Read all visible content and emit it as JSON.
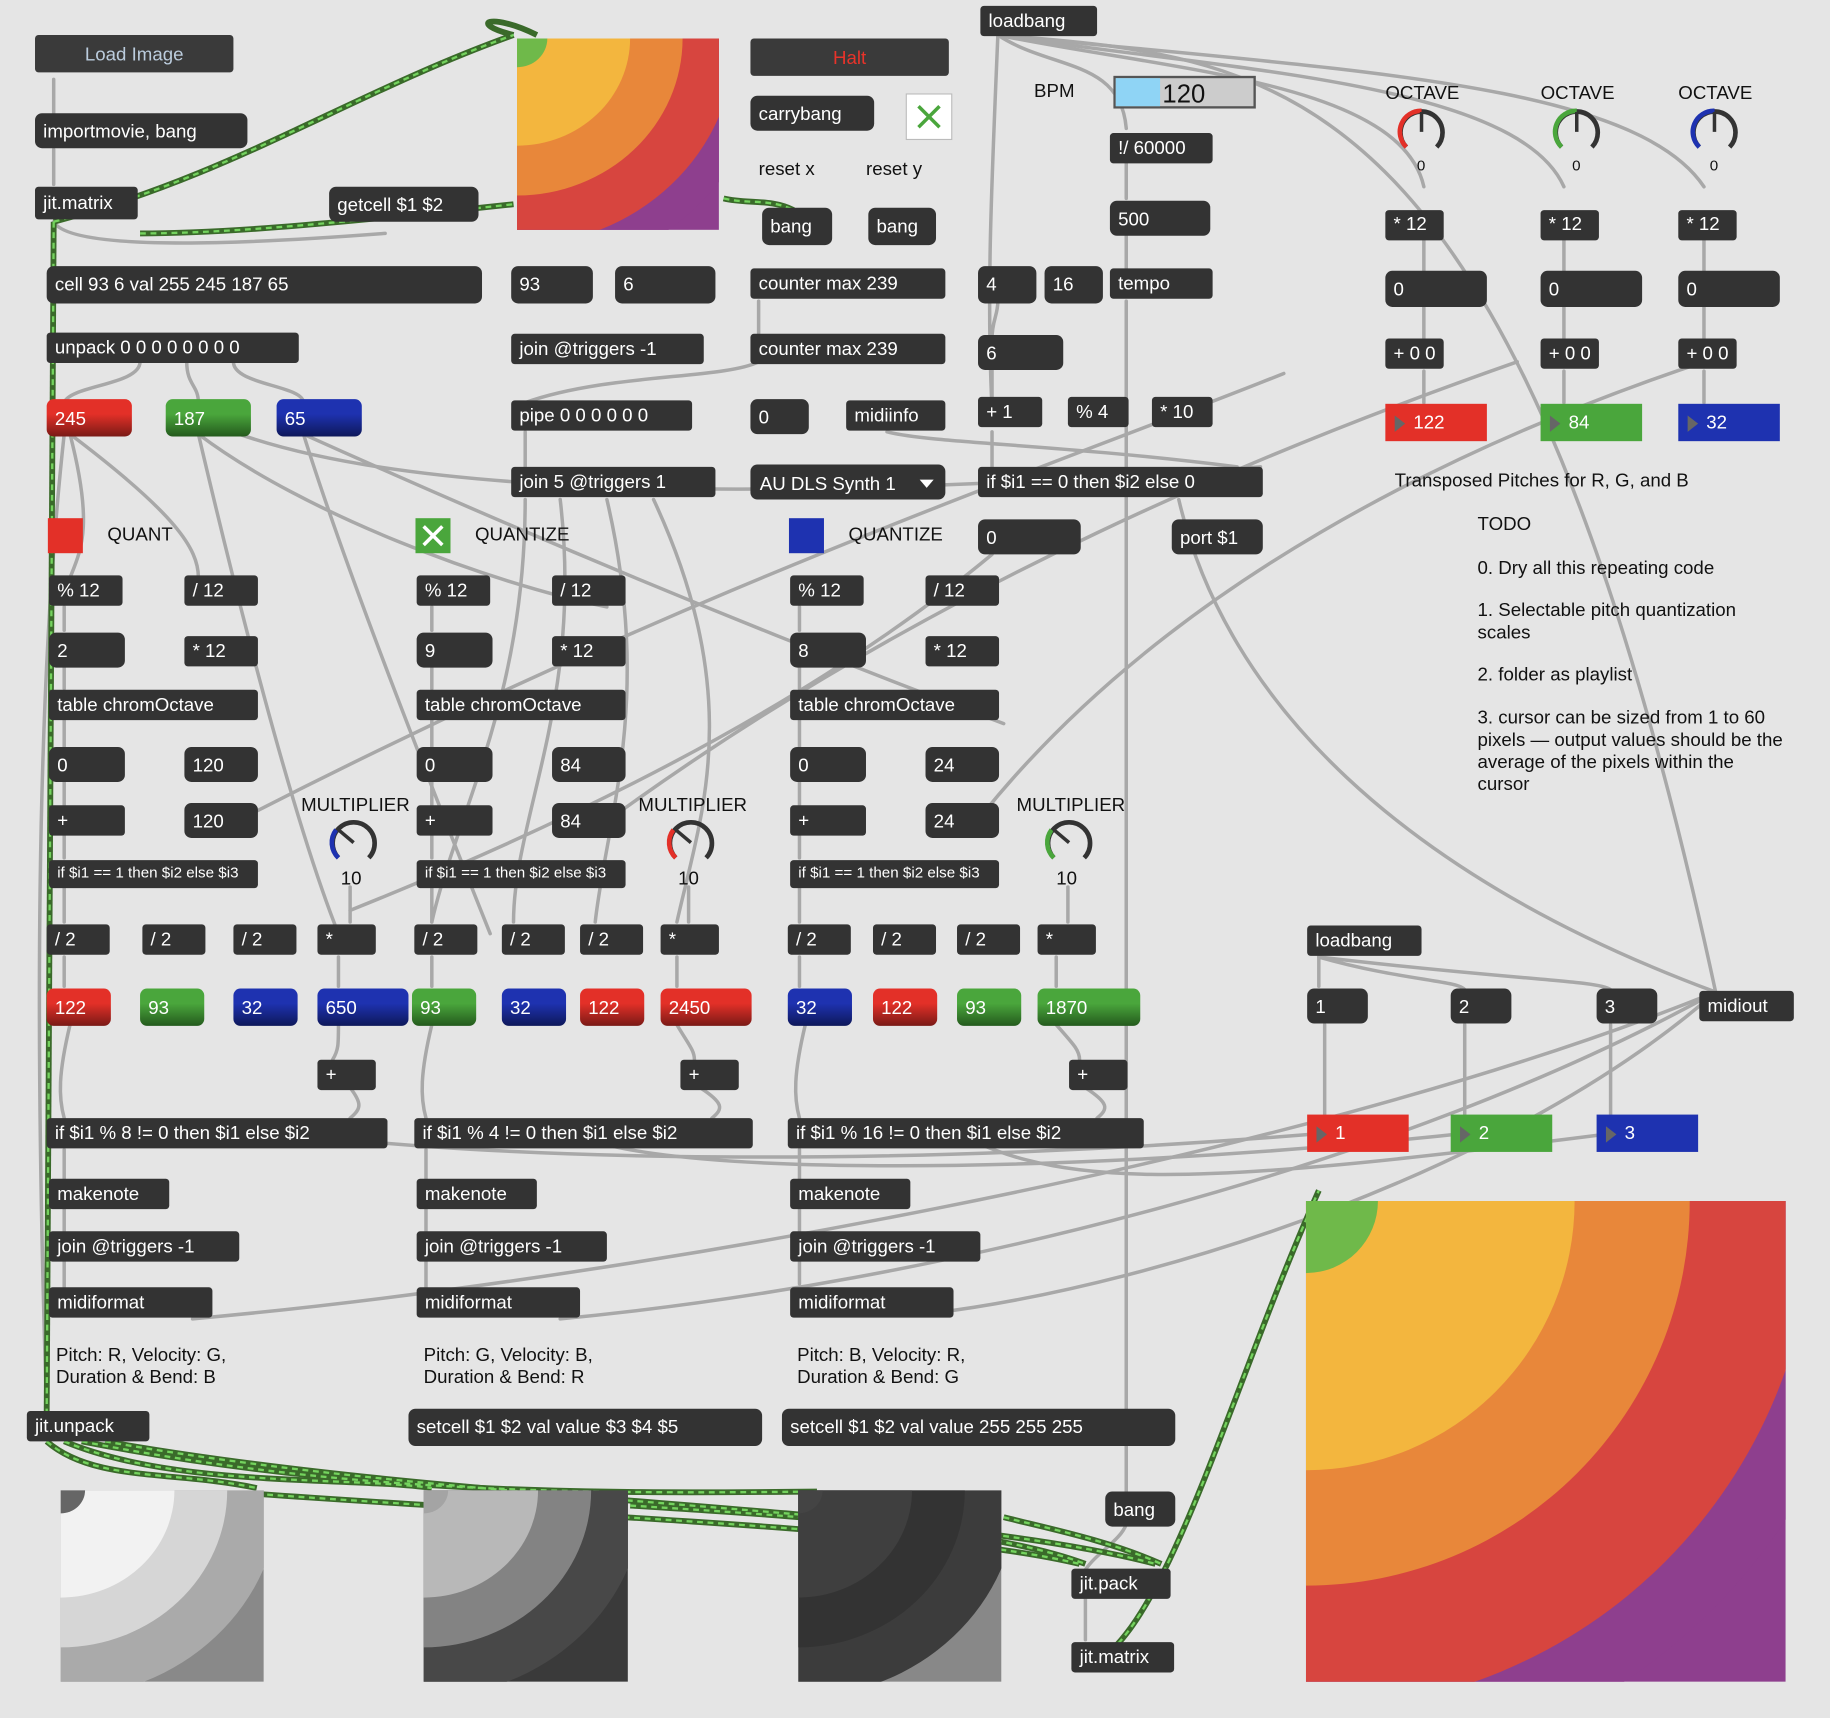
{
  "top_left": {
    "load_image_label": "Load Image",
    "importmovie_label": "importmovie, bang",
    "jit_matrix_label": "jit.matrix",
    "getcell_label": "getcell $1 $2",
    "cell_label": "cell 93 6 val 255 245 187 65",
    "unpack_label": "unpack 0 0 0 0 0 0 0 0"
  },
  "transport": {
    "halt_label": "Halt",
    "halt_color": "#e8332a",
    "carrybang_label": "carrybang",
    "reset_x_label": "reset x",
    "reset_y_label": "reset y",
    "bang_label": "bang",
    "n93": "93",
    "n6": "6",
    "counter1": "counter max 239",
    "counter2": "counter max 239",
    "join_triggers": "join @triggers -1",
    "pipe": "pipe 0 0 0 0 0 0",
    "join5": "join 5 @triggers 1",
    "zero": "0",
    "midiinfo": "midiinfo",
    "synth_menu": "AU DLS Synth 1"
  },
  "tempo": {
    "loadbang": "loadbang",
    "bpm_label": "BPM",
    "bpm_value": "120",
    "div60000": "!/ 60000",
    "n500": "500",
    "n4": "4",
    "n16": "16",
    "tempo": "tempo",
    "n6": "6",
    "plus1": "+ 1",
    "mod4": "% 4",
    "times10": "* 10",
    "ifexpr": "if $i1 == 0 then $i2 else 0",
    "n0": "0",
    "port": "port $1"
  },
  "octaves": {
    "label": "OCTAVE",
    "items": [
      {
        "value": "0",
        "times": "* 12",
        "num": "0",
        "plus": "+ 0 0",
        "pitch": "122",
        "color": "#e33028"
      },
      {
        "value": "0",
        "times": "* 12",
        "num": "0",
        "plus": "+ 0 0",
        "pitch": "84",
        "color": "#4aa63c"
      },
      {
        "value": "0",
        "times": "* 12",
        "num": "0",
        "plus": "+ 0 0",
        "pitch": "32",
        "color": "#1e32b0"
      }
    ],
    "caption": "Transposed Pitches for R, G, and B"
  },
  "todo": {
    "title": "TODO",
    "items": [
      "0. Dry all this repeating code",
      "1. Selectable pitch quantization scales",
      "2. folder as playlist",
      "3. cursor can be sized from 1 to 60 pixels — output values should be the average of the pixels within the cursor"
    ]
  },
  "columns": [
    {
      "rgb_value": "245",
      "rgb_class": "red",
      "quant_label": "QUANT",
      "toggle_color": "#e33028",
      "toggle_checked": false,
      "mod12": "% 12",
      "div12": "/ 12",
      "mod_val": "2",
      "times12": "* 12",
      "table": "table chromOctave",
      "t_out": "0",
      "oct_out": "120",
      "plus": "+",
      "plus_out": "120",
      "mult_label": "MULTIPLIER",
      "mult_value": "10",
      "dial_color": "#1e32b0",
      "ifexpr": "if $i1 == 1 then $i2 else $i3",
      "div2": "/ 2",
      "times": "*",
      "outs": [
        {
          "v": "122",
          "c": "red"
        },
        {
          "v": "93",
          "c": "green"
        },
        {
          "v": "32",
          "c": "blue"
        },
        {
          "v": "650",
          "c": "blue"
        }
      ],
      "plus2": "+",
      "mod_expr": "if $i1 % 8 != 0 then $i1 else $i2",
      "makenote": "makenote",
      "join": "join @triggers -1",
      "midiformat": "midiformat",
      "caption1": "Pitch: R, Velocity: G,",
      "caption2": "Duration & Bend: B"
    },
    {
      "rgb_value": "187",
      "rgb_class": "green",
      "quant_label": "QUANTIZE",
      "toggle_color": "#4aa63c",
      "toggle_checked": true,
      "mod12": "% 12",
      "div12": "/ 12",
      "mod_val": "9",
      "times12": "* 12",
      "table": "table chromOctave",
      "t_out": "0",
      "oct_out": "84",
      "plus": "+",
      "plus_out": "84",
      "mult_label": "MULTIPLIER",
      "mult_value": "10",
      "dial_color": "#e33028",
      "ifexpr": "if $i1 == 1 then $i2 else $i3",
      "div2": "/ 2",
      "times": "*",
      "outs": [
        {
          "v": "93",
          "c": "green"
        },
        {
          "v": "32",
          "c": "blue"
        },
        {
          "v": "122",
          "c": "red"
        },
        {
          "v": "2450",
          "c": "red"
        }
      ],
      "plus2": "+",
      "mod_expr": "if $i1 % 4 != 0 then $i1 else $i2",
      "makenote": "makenote",
      "join": "join @triggers -1",
      "midiformat": "midiformat",
      "caption1": "Pitch: G, Velocity: B,",
      "caption2": "Duration & Bend: R",
      "setcell": "setcell $1 $2 val value $3 $4 $5"
    },
    {
      "rgb_value": "65",
      "rgb_class": "blue",
      "quant_label": "QUANTIZE",
      "toggle_color": "#1e32b0",
      "toggle_checked": false,
      "mod12": "% 12",
      "div12": "/ 12",
      "mod_val": "8",
      "times12": "* 12",
      "table": "table chromOctave",
      "t_out": "0",
      "oct_out": "24",
      "plus": "+",
      "plus_out": "24",
      "mult_label": "MULTIPLIER",
      "mult_value": "10",
      "dial_color": "#4aa63c",
      "ifexpr": "if $i1 == 1 then $i2 else $i3",
      "div2": "/ 2",
      "times": "*",
      "outs": [
        {
          "v": "32",
          "c": "blue"
        },
        {
          "v": "122",
          "c": "red"
        },
        {
          "v": "93",
          "c": "green"
        },
        {
          "v": "1870",
          "c": "green"
        }
      ],
      "plus2": "+",
      "mod_expr": "if $i1 % 16 != 0 then $i1 else $i2",
      "makenote": "makenote",
      "join": "join @triggers -1",
      "midiformat": "midiformat",
      "caption1": "Pitch: B, Velocity: R,",
      "caption2": "Duration & Bend: G",
      "setcell": "setcell $1 $2 val value 255 255 255"
    }
  ],
  "bottom": {
    "bang_label": "bang",
    "jit_unpack": "jit.unpack",
    "jit_pack": "jit.pack",
    "jit_matrix": "jit.matrix",
    "loadbang": "loadbang",
    "ch1": "1",
    "ch2": "2",
    "ch3": "3",
    "midiout": "midiout",
    "chan_out": [
      {
        "v": "1",
        "color": "#e33028"
      },
      {
        "v": "2",
        "color": "#4aa63c"
      },
      {
        "v": "3",
        "color": "#1e32b0"
      }
    ]
  }
}
